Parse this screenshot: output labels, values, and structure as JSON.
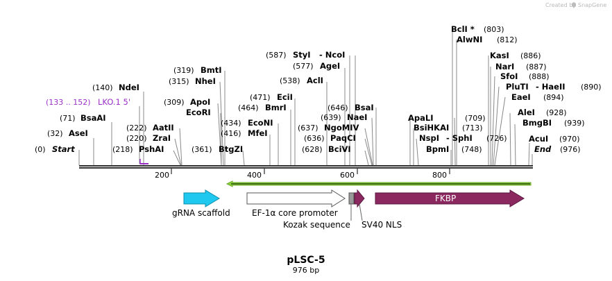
{
  "watermark": {
    "prefix": "Created by",
    "brand": "SnapGene",
    "logo_icon": "snapgene-logo-icon"
  },
  "title": "pLSC-5",
  "subtitle": "976 bp",
  "sequence": {
    "length": 976,
    "ticks": [
      {
        "pos": 200,
        "label": "200"
      },
      {
        "pos": 400,
        "label": "400"
      },
      {
        "pos": 600,
        "label": "600"
      },
      {
        "pos": 800,
        "label": "800"
      }
    ]
  },
  "primer": {
    "range": "(133 .. 152)",
    "name": "LKO.1 5'",
    "color": "#9b30c8"
  },
  "labels": [
    {
      "id": "start",
      "pos": "(0)",
      "name": "Start",
      "style": "ital"
    },
    {
      "id": "asei",
      "pos": "(32)",
      "name": "AseI"
    },
    {
      "id": "bsaai",
      "pos": "(71)",
      "name": "BsaAI"
    },
    {
      "id": "ndei",
      "pos": "(140)",
      "name": "NdeI"
    },
    {
      "id": "pshai",
      "pos": "(218)",
      "name": "PshAI"
    },
    {
      "id": "zrai",
      "pos": "(220)",
      "name": "ZraI"
    },
    {
      "id": "aatii",
      "pos": "(222)",
      "name": "AatII"
    },
    {
      "id": "apoi",
      "pos": "(309)",
      "name": "ApoI"
    },
    {
      "id": "ecori",
      "pos": "",
      "name": "EcoRI"
    },
    {
      "id": "nhei",
      "pos": "(315)",
      "name": "NheI"
    },
    {
      "id": "bmti",
      "pos": "(319)",
      "name": "BmtI"
    },
    {
      "id": "btgzi",
      "pos": "(361)",
      "name": "BtgZI"
    },
    {
      "id": "mfei",
      "pos": "(416)",
      "name": "MfeI"
    },
    {
      "id": "econi",
      "pos": "(434)",
      "name": "EcoNI"
    },
    {
      "id": "bmri",
      "pos": "(464)",
      "name": "BmrI"
    },
    {
      "id": "ecii",
      "pos": "(471)",
      "name": "EciI"
    },
    {
      "id": "acli",
      "pos": "(538)",
      "name": "AclI"
    },
    {
      "id": "agei",
      "pos": "(577)",
      "name": "AgeI"
    },
    {
      "id": "styi",
      "pos": "(587)",
      "name": "StyI"
    },
    {
      "id": "ncoi",
      "pos": "",
      "name": "- NcoI"
    },
    {
      "id": "bcivi",
      "pos": "(628)",
      "name": "BciVI"
    },
    {
      "id": "paqci",
      "pos": "(636)",
      "name": "PaqCI"
    },
    {
      "id": "ngomiv",
      "pos": "(637)",
      "name": "NgoMIV"
    },
    {
      "id": "naei",
      "pos": "(639)",
      "name": "NaeI"
    },
    {
      "id": "bsai",
      "pos": "(646)",
      "name": "BsaI"
    },
    {
      "id": "apali",
      "pos": "",
      "name": "ApaLI"
    },
    {
      "id": "bsihkai",
      "pos": "",
      "name": "BsiHKAI"
    },
    {
      "id": "nspi",
      "pos": "",
      "name": "NspI"
    },
    {
      "id": "sphi",
      "pos": "",
      "name": "- SphI"
    },
    {
      "id": "bpmi",
      "pos": "(748)",
      "name": "BpmI"
    },
    {
      "id": "pos709",
      "pos": "(709)",
      "name": ""
    },
    {
      "id": "pos713",
      "pos": "(713)",
      "name": ""
    },
    {
      "id": "bcli",
      "pos": "(803)",
      "name": "BclI *"
    },
    {
      "id": "alwni",
      "pos": "(812)",
      "name": "AlwNI"
    },
    {
      "id": "pos726",
      "pos": "(726)",
      "name": ""
    },
    {
      "id": "kasi",
      "pos": "(886)",
      "name": "KasI"
    },
    {
      "id": "nari",
      "pos": "(887)",
      "name": "NarI"
    },
    {
      "id": "sfoi",
      "pos": "(888)",
      "name": "SfoI"
    },
    {
      "id": "pluti",
      "pos": "(890)",
      "name": "PluTI"
    },
    {
      "id": "haeii",
      "pos": "",
      "name": "- HaeII"
    },
    {
      "id": "eaei",
      "pos": "(894)",
      "name": "EaeI"
    },
    {
      "id": "alei",
      "pos": "(928)",
      "name": "AleI"
    },
    {
      "id": "bmgbi",
      "pos": "(939)",
      "name": "BmgBI"
    },
    {
      "id": "acui",
      "pos": "(970)",
      "name": "AcuI"
    },
    {
      "id": "end",
      "pos": "(976)",
      "name": "End",
      "style": "ital"
    }
  ],
  "features": [
    {
      "id": "grna",
      "name": "gRNA scaffold",
      "color": "#1fc8ef",
      "direction": "forward"
    },
    {
      "id": "ef1a",
      "name": "EF-1α core promoter",
      "color": "#ffffff",
      "direction": "forward"
    },
    {
      "id": "kozak",
      "name": "Kozak sequence",
      "color": "#999999",
      "direction": "none"
    },
    {
      "id": "sv40",
      "name": "SV40 NLS",
      "color": "#8b2860",
      "direction": "forward"
    },
    {
      "id": "fkbp",
      "name": "FKBP",
      "color": "#8b2860",
      "direction": "forward"
    },
    {
      "id": "orf",
      "name": "",
      "color": "#8ad63a",
      "direction": "reverse"
    }
  ]
}
